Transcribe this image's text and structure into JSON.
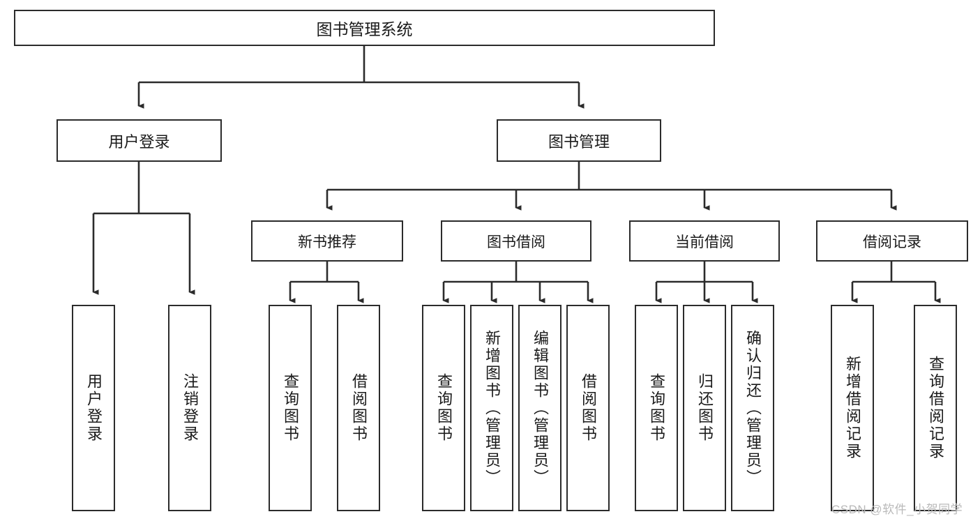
{
  "diagram": {
    "title": "图书管理系统",
    "type": "tree-hierarchy-diagram",
    "colors": {
      "box_border": "#2b2b2b",
      "box_fill": "#ffffff",
      "connector": "#2b2b2b",
      "text": "#1a1a1a",
      "watermark": "#b9b9b9",
      "background": "#ffffff"
    },
    "root": {
      "label": "图书管理系统"
    },
    "level2": [
      {
        "label": "用户登录"
      },
      {
        "label": "图书管理"
      }
    ],
    "level3": [
      {
        "label": "新书推荐"
      },
      {
        "label": "图书借阅"
      },
      {
        "label": "当前借阅"
      },
      {
        "label": "借阅记录"
      }
    ],
    "leaves": {
      "user_login": [
        {
          "label": "用户登录"
        },
        {
          "label": "注销登录"
        }
      ],
      "new_book_recommend": [
        {
          "label": "查询图书"
        },
        {
          "label": "借阅图书"
        }
      ],
      "book_borrow": [
        {
          "label": "查询图书"
        },
        {
          "label": "新增图书（管理员）"
        },
        {
          "label": "编辑图书（管理员）"
        },
        {
          "label": "借阅图书"
        }
      ],
      "current_borrow": [
        {
          "label": "查询图书"
        },
        {
          "label": "归还图书"
        },
        {
          "label": "确认归还（管理员）"
        }
      ],
      "borrow_records": [
        {
          "label": "新增借阅记录"
        },
        {
          "label": "查询借阅记录"
        }
      ]
    },
    "watermark": "CSDN @软件_小贺同学"
  }
}
